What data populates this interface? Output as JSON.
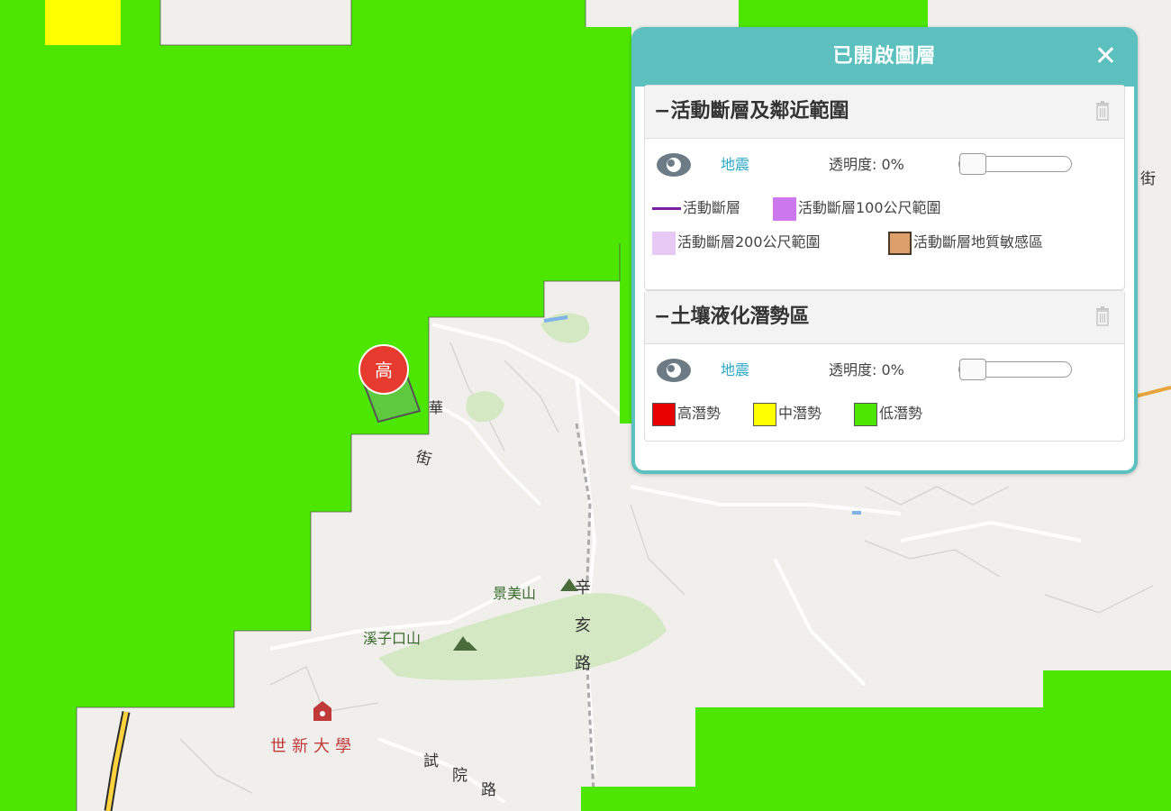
{
  "map": {
    "labels": {
      "jingmei_mountain": "景美山",
      "xizikou_mountain": "溪子口山",
      "shih_hsin_university": "世新大學",
      "xinhai_road": "辛亥路",
      "shiyuan_road": "試院路",
      "street_char": "街",
      "street_right": "街",
      "hua_char": "華"
    },
    "marker": {
      "label": "高"
    },
    "colors": {
      "low_potential": "#4ce600",
      "medium_potential": "#ffff00",
      "base": "#f0efec"
    }
  },
  "panel": {
    "title": "已開啟圖層",
    "close_label": "✕",
    "groups": [
      {
        "title": "活動斷層及鄰近範圍",
        "toggle": "−",
        "layer_name": "地震",
        "opacity_label": "透明度: 0%",
        "opacity": 0,
        "legend": [
          {
            "label": "活動斷層",
            "kind": "line",
            "color": "#7b1fa2"
          },
          {
            "label": "活動斷層100公尺範圍",
            "kind": "box",
            "color": "#cc77ee"
          },
          {
            "label": "活動斷層200公尺範圍",
            "kind": "box",
            "color": "#e8c8f4"
          },
          {
            "label": "活動斷層地質敏感區",
            "kind": "box",
            "color": "#dd9f6c"
          }
        ]
      },
      {
        "title": "土壤液化潛勢區",
        "toggle": "−",
        "layer_name": "地震",
        "opacity_label": "透明度: 0%",
        "opacity": 0,
        "legend": [
          {
            "label": "高潛勢",
            "kind": "box",
            "color": "#e60000"
          },
          {
            "label": "中潛勢",
            "kind": "box",
            "color": "#ffff00"
          },
          {
            "label": "低潛勢",
            "kind": "box",
            "color": "#4ce600"
          }
        ]
      }
    ]
  }
}
